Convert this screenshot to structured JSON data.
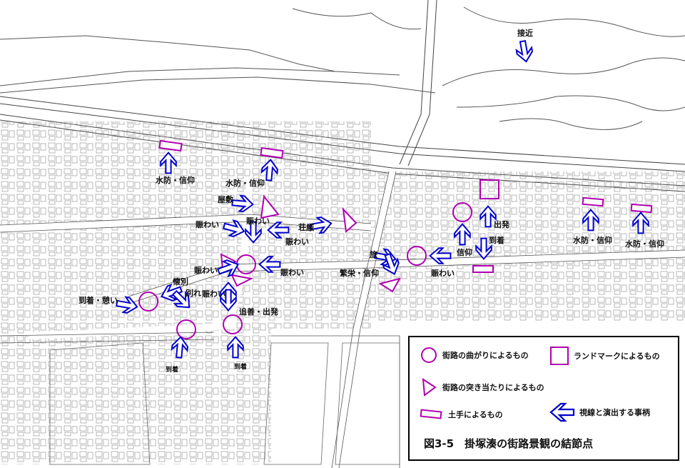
{
  "map": {
    "labels": {
      "approach": "接近",
      "suibo_shinko": "水防・信仰",
      "yashiki": "屋敷",
      "nigiwai": "賑わい",
      "shoen": "荘厳",
      "hanei_shinko": "繁栄・信仰",
      "tabi": "旅",
      "shuppatsu": "出発",
      "touchaku": "到着",
      "shinko": "信仰",
      "touchaku_ikoi": "到着・憩い",
      "kaibetsu": "懐別",
      "wakare": "別れ",
      "tsuizen_shuppatsu": "追善・出発"
    },
    "colors": {
      "arrow": "#0000cc",
      "feature": "#b000b0",
      "linework": "#555555"
    }
  },
  "legend": {
    "curve": "街路の曲がりによるもの",
    "landmark": "ランドマークによるもの",
    "tjunction": "街路の突き当たりによるもの",
    "embankment": "土手によるもの",
    "sightline": "視線と演出する事柄",
    "title": "図3-5　掛塚湊の街路景観の結節点"
  }
}
